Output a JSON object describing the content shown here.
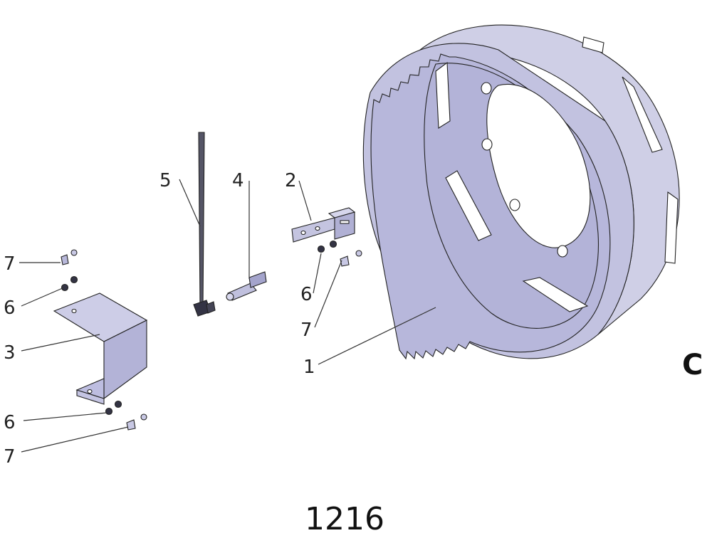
{
  "section_letter": "C",
  "figure_number": "1216",
  "callouts": [
    "5",
    "4",
    "2",
    "7",
    "6",
    "3",
    "6",
    "7",
    "6",
    "7",
    "1"
  ],
  "colors": {
    "part_fill": "#c8c8e4",
    "part_shade": "#a9a9cf",
    "line": "#222222"
  }
}
